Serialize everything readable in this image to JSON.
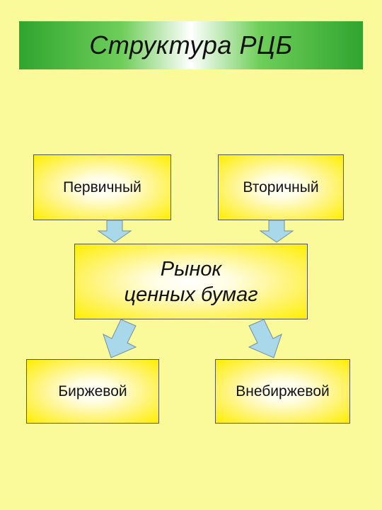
{
  "title": "Структура РЦБ",
  "boxes": {
    "primary": "Первичный",
    "secondary": "Вторичный",
    "market_line1": "Рынок",
    "market_line2": "ценных бумаг",
    "exchange": "Биржевой",
    "otc": "Внебиржевой"
  },
  "colors": {
    "background": "#fafa9a",
    "title_green": "#2fa52f",
    "box_yellow": "#ffee00",
    "arrow_fill": "#a9d8ea"
  }
}
